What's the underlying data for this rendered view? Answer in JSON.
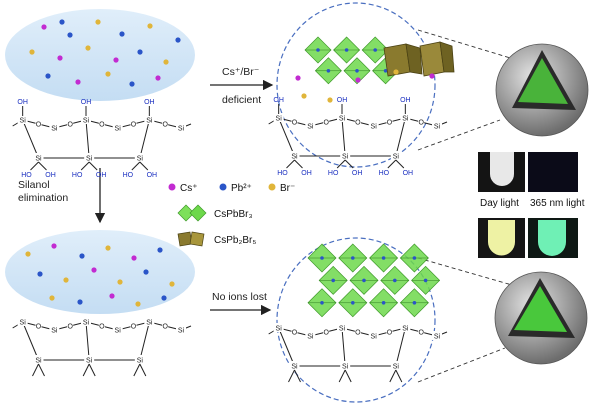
{
  "labels": {
    "arrow_top_line1": "Cs⁺/Br⁻",
    "arrow_top_line2": "deficient",
    "arrow_left_line1": "Silanol",
    "arrow_left_line2": "elimination",
    "arrow_bottom": "No ions lost",
    "photo_day": "Day light",
    "photo_uv": "365 nm light"
  },
  "legend": {
    "cs": "Cs⁺",
    "pb": "Pb²⁺",
    "br": "Br⁻",
    "phase1": "CsPbBr₃",
    "phase2": "CsPb₂Br₅"
  },
  "chem": {
    "si": "Si",
    "o": "O",
    "oh": "OH",
    "ho": "HO"
  },
  "colors": {
    "cs": "#c22bd1",
    "pb": "#2a55c8",
    "br": "#e0b53a",
    "cloud": "#cfe6f7",
    "cspbbr3": "#6dd84b",
    "cspb2br5": "#8a7a2e",
    "oh_text": "#1a2fc0"
  }
}
